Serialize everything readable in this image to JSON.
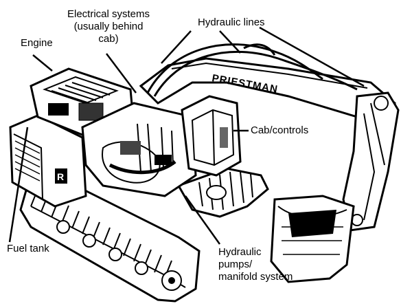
{
  "diagram": {
    "brand_text": "PRIESTMAN",
    "colors": {
      "ink": "#000000",
      "paper": "#ffffff",
      "shade": "#555555"
    },
    "labels": {
      "electrical": "Electrical systems\n(usually behind\ncab)",
      "hydraulic_lines": "Hydraulic lines",
      "engine": "Engine",
      "cab_controls": "Cab/controls",
      "fuel_tank": "Fuel tank",
      "hydraulic_pumps": "Hydraulic\npumps/\nmanifold system"
    }
  }
}
